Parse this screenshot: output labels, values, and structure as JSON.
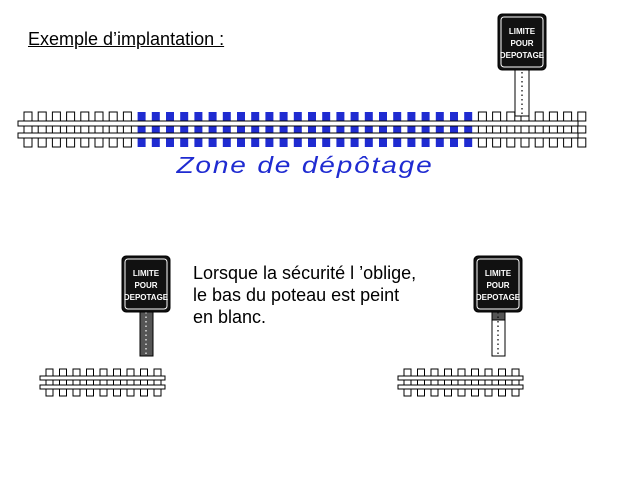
{
  "title": "Exemple d’implantation :",
  "zone_label": "Zone de dépôtage",
  "note_lines": [
    " Lorsque la sécurité l ’oblige,",
    "le bas du poteau est peint",
    "en blanc."
  ],
  "sign": {
    "line1": "LIMITE",
    "line2": "POUR",
    "line3": "DEPOTAGE"
  },
  "colors": {
    "zone_blue": "#1f2bd1",
    "sign_face": "#111111",
    "post_dark": "#555555",
    "post_white": "#ffffff"
  }
}
